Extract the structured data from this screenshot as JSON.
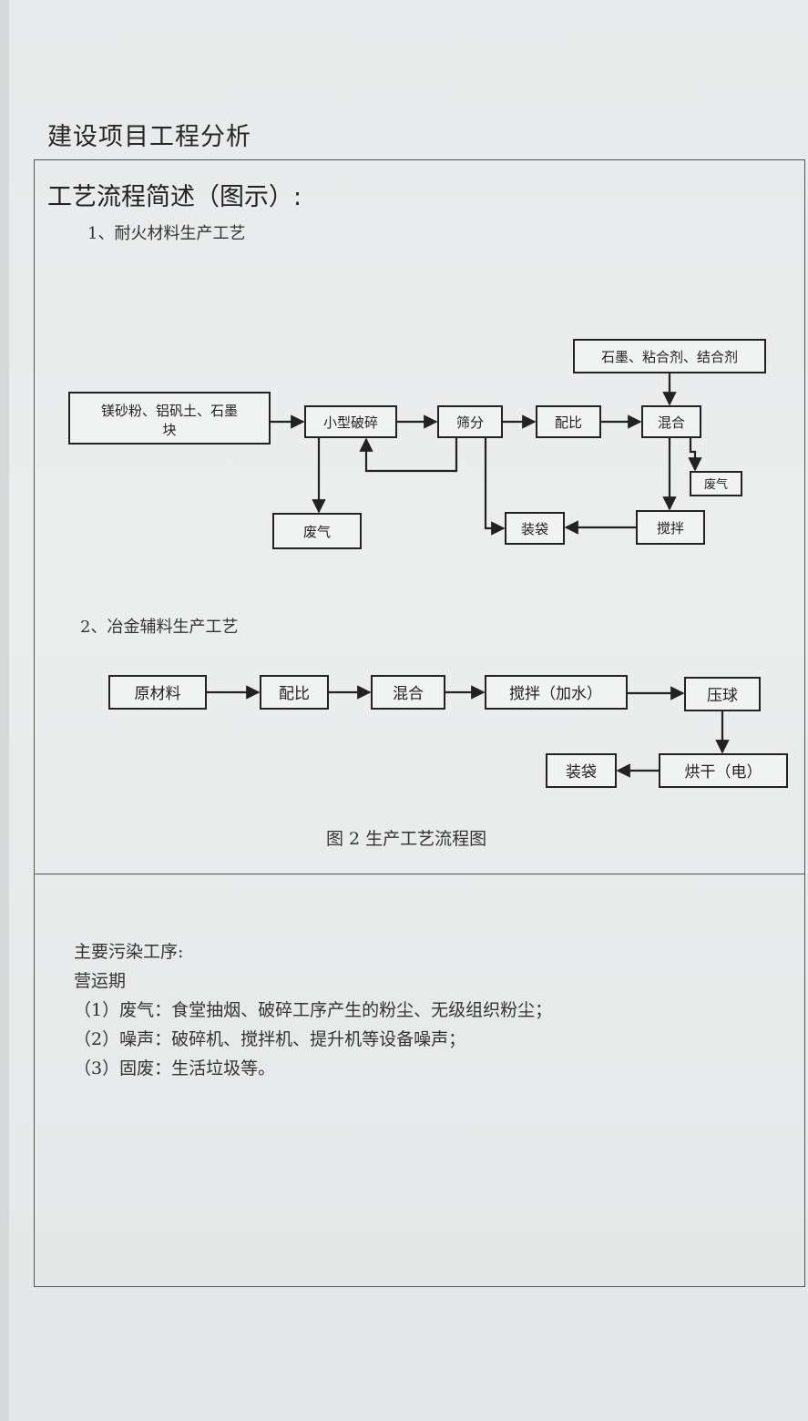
{
  "heading": "建设项目工程分析",
  "section_title": "工艺流程简述（图示）:",
  "process1": {
    "title": "1、耐火材料生产工艺",
    "nodes": {
      "raw": [
        "镁砂粉、铝矾土、石墨",
        "块"
      ],
      "crush": "小型破碎",
      "sieve": "筛分",
      "ratio": "配比",
      "mix": "混合",
      "additives": "石墨、粘合剂、结合剂",
      "gas1": "废气",
      "gas2": "废气",
      "bag": "装袋",
      "stir": "搅拌"
    }
  },
  "process2": {
    "title": "2、冶金辅料生产工艺",
    "nodes": {
      "raw": "原材料",
      "ratio": "配比",
      "mix": "混合",
      "stir": "搅拌（加水）",
      "press": "压球",
      "dry": "烘干（电）",
      "bag": "装袋"
    }
  },
  "caption": "图 2  生产工艺流程图",
  "pollution": {
    "title": "主要污染工序:",
    "period": "营运期",
    "items": [
      "（1）废气：食堂抽烟、破碎工序产生的粉尘、无级组织粉尘；",
      "（2）噪声：破碎机、搅拌机、提升机等设备噪声；",
      "（3）固废：生活垃圾等。"
    ]
  },
  "colors": {
    "paper": "#eaeced",
    "ink": "#222222",
    "background": "#d6d8d9"
  }
}
